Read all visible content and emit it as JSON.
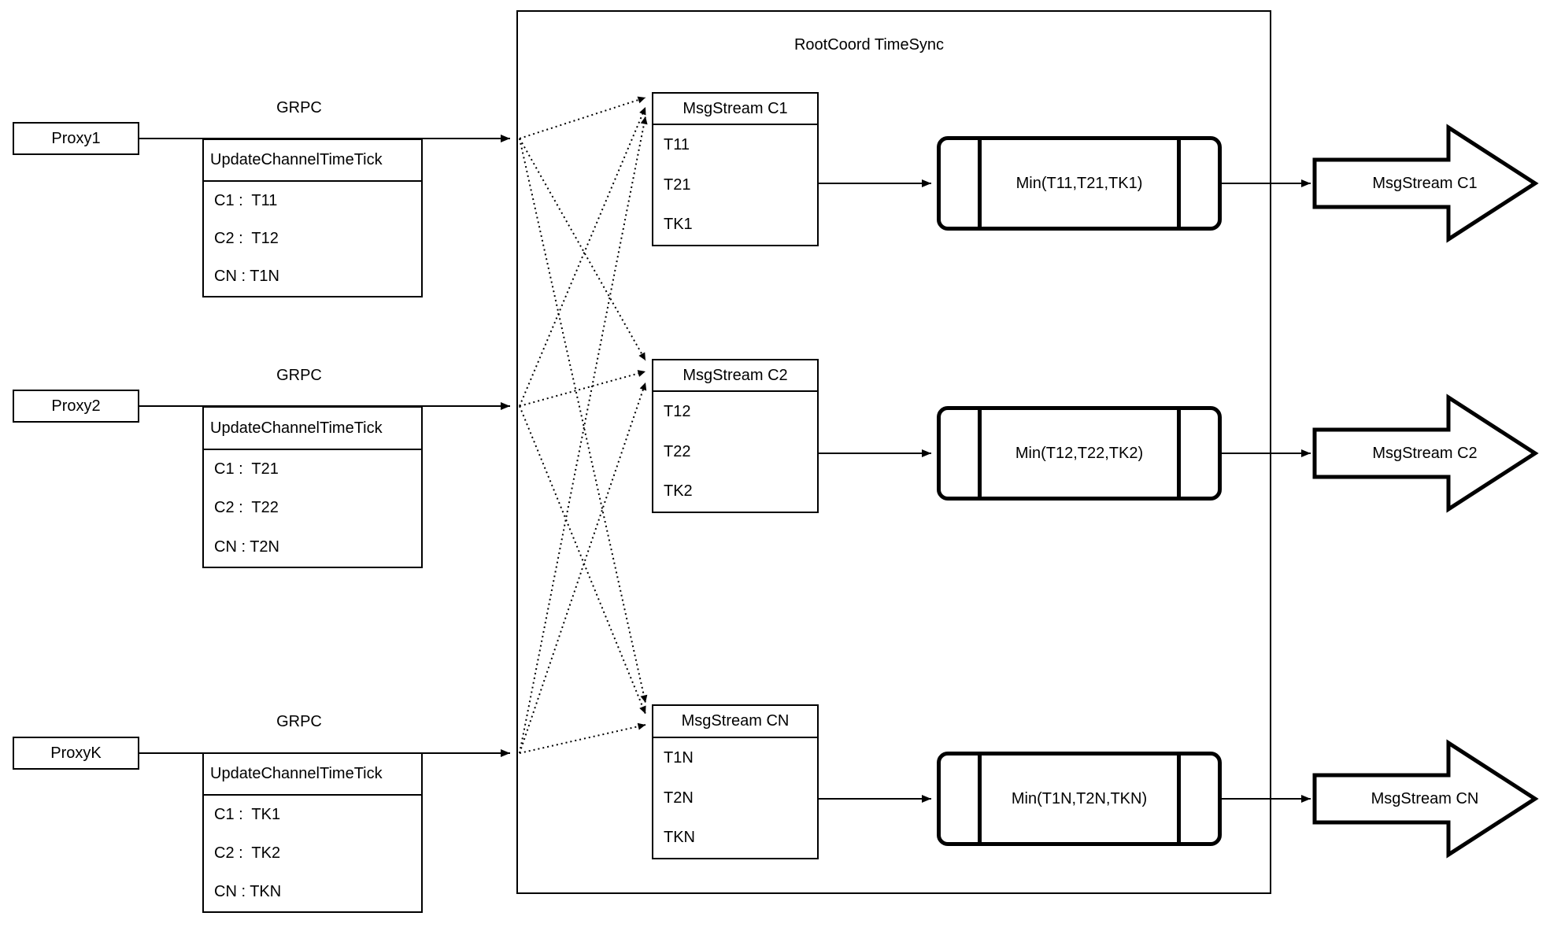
{
  "diagram": {
    "container_title": "RootCoord TimeSync",
    "colors": {
      "stroke": "#000000",
      "background": "#ffffff"
    },
    "proxies": [
      {
        "name": "Proxy1",
        "protocol_label": "GRPC",
        "message_title": "UpdateChannelTimeTick",
        "rows": [
          "C1 :  T11",
          "C2 :  T12",
          "CN : T1N"
        ]
      },
      {
        "name": "Proxy2",
        "protocol_label": "GRPC",
        "message_title": "UpdateChannelTimeTick",
        "rows": [
          "C1 :  T21",
          "C2 :  T22",
          "CN : T2N"
        ]
      },
      {
        "name": "ProxyK",
        "protocol_label": "GRPC",
        "message_title": "UpdateChannelTimeTick",
        "rows": [
          "C1 :  TK1",
          "C2 :  TK2",
          "CN : TKN"
        ]
      }
    ],
    "streams": [
      {
        "table_title": "MsgStream C1",
        "ticks": [
          "T11",
          "T21",
          "TK1"
        ],
        "min_label": "Min(T11,T21,TK1)",
        "output_label": "MsgStream C1"
      },
      {
        "table_title": "MsgStream C2",
        "ticks": [
          "T12",
          "T22",
          "TK2"
        ],
        "min_label": "Min(T12,T22,TK2)",
        "output_label": "MsgStream C2"
      },
      {
        "table_title": "MsgStream CN",
        "ticks": [
          "T1N",
          "T2N",
          "TKN"
        ],
        "min_label": "Min(T1N,T2N,TKN)",
        "output_label": "MsgStream CN"
      }
    ]
  }
}
